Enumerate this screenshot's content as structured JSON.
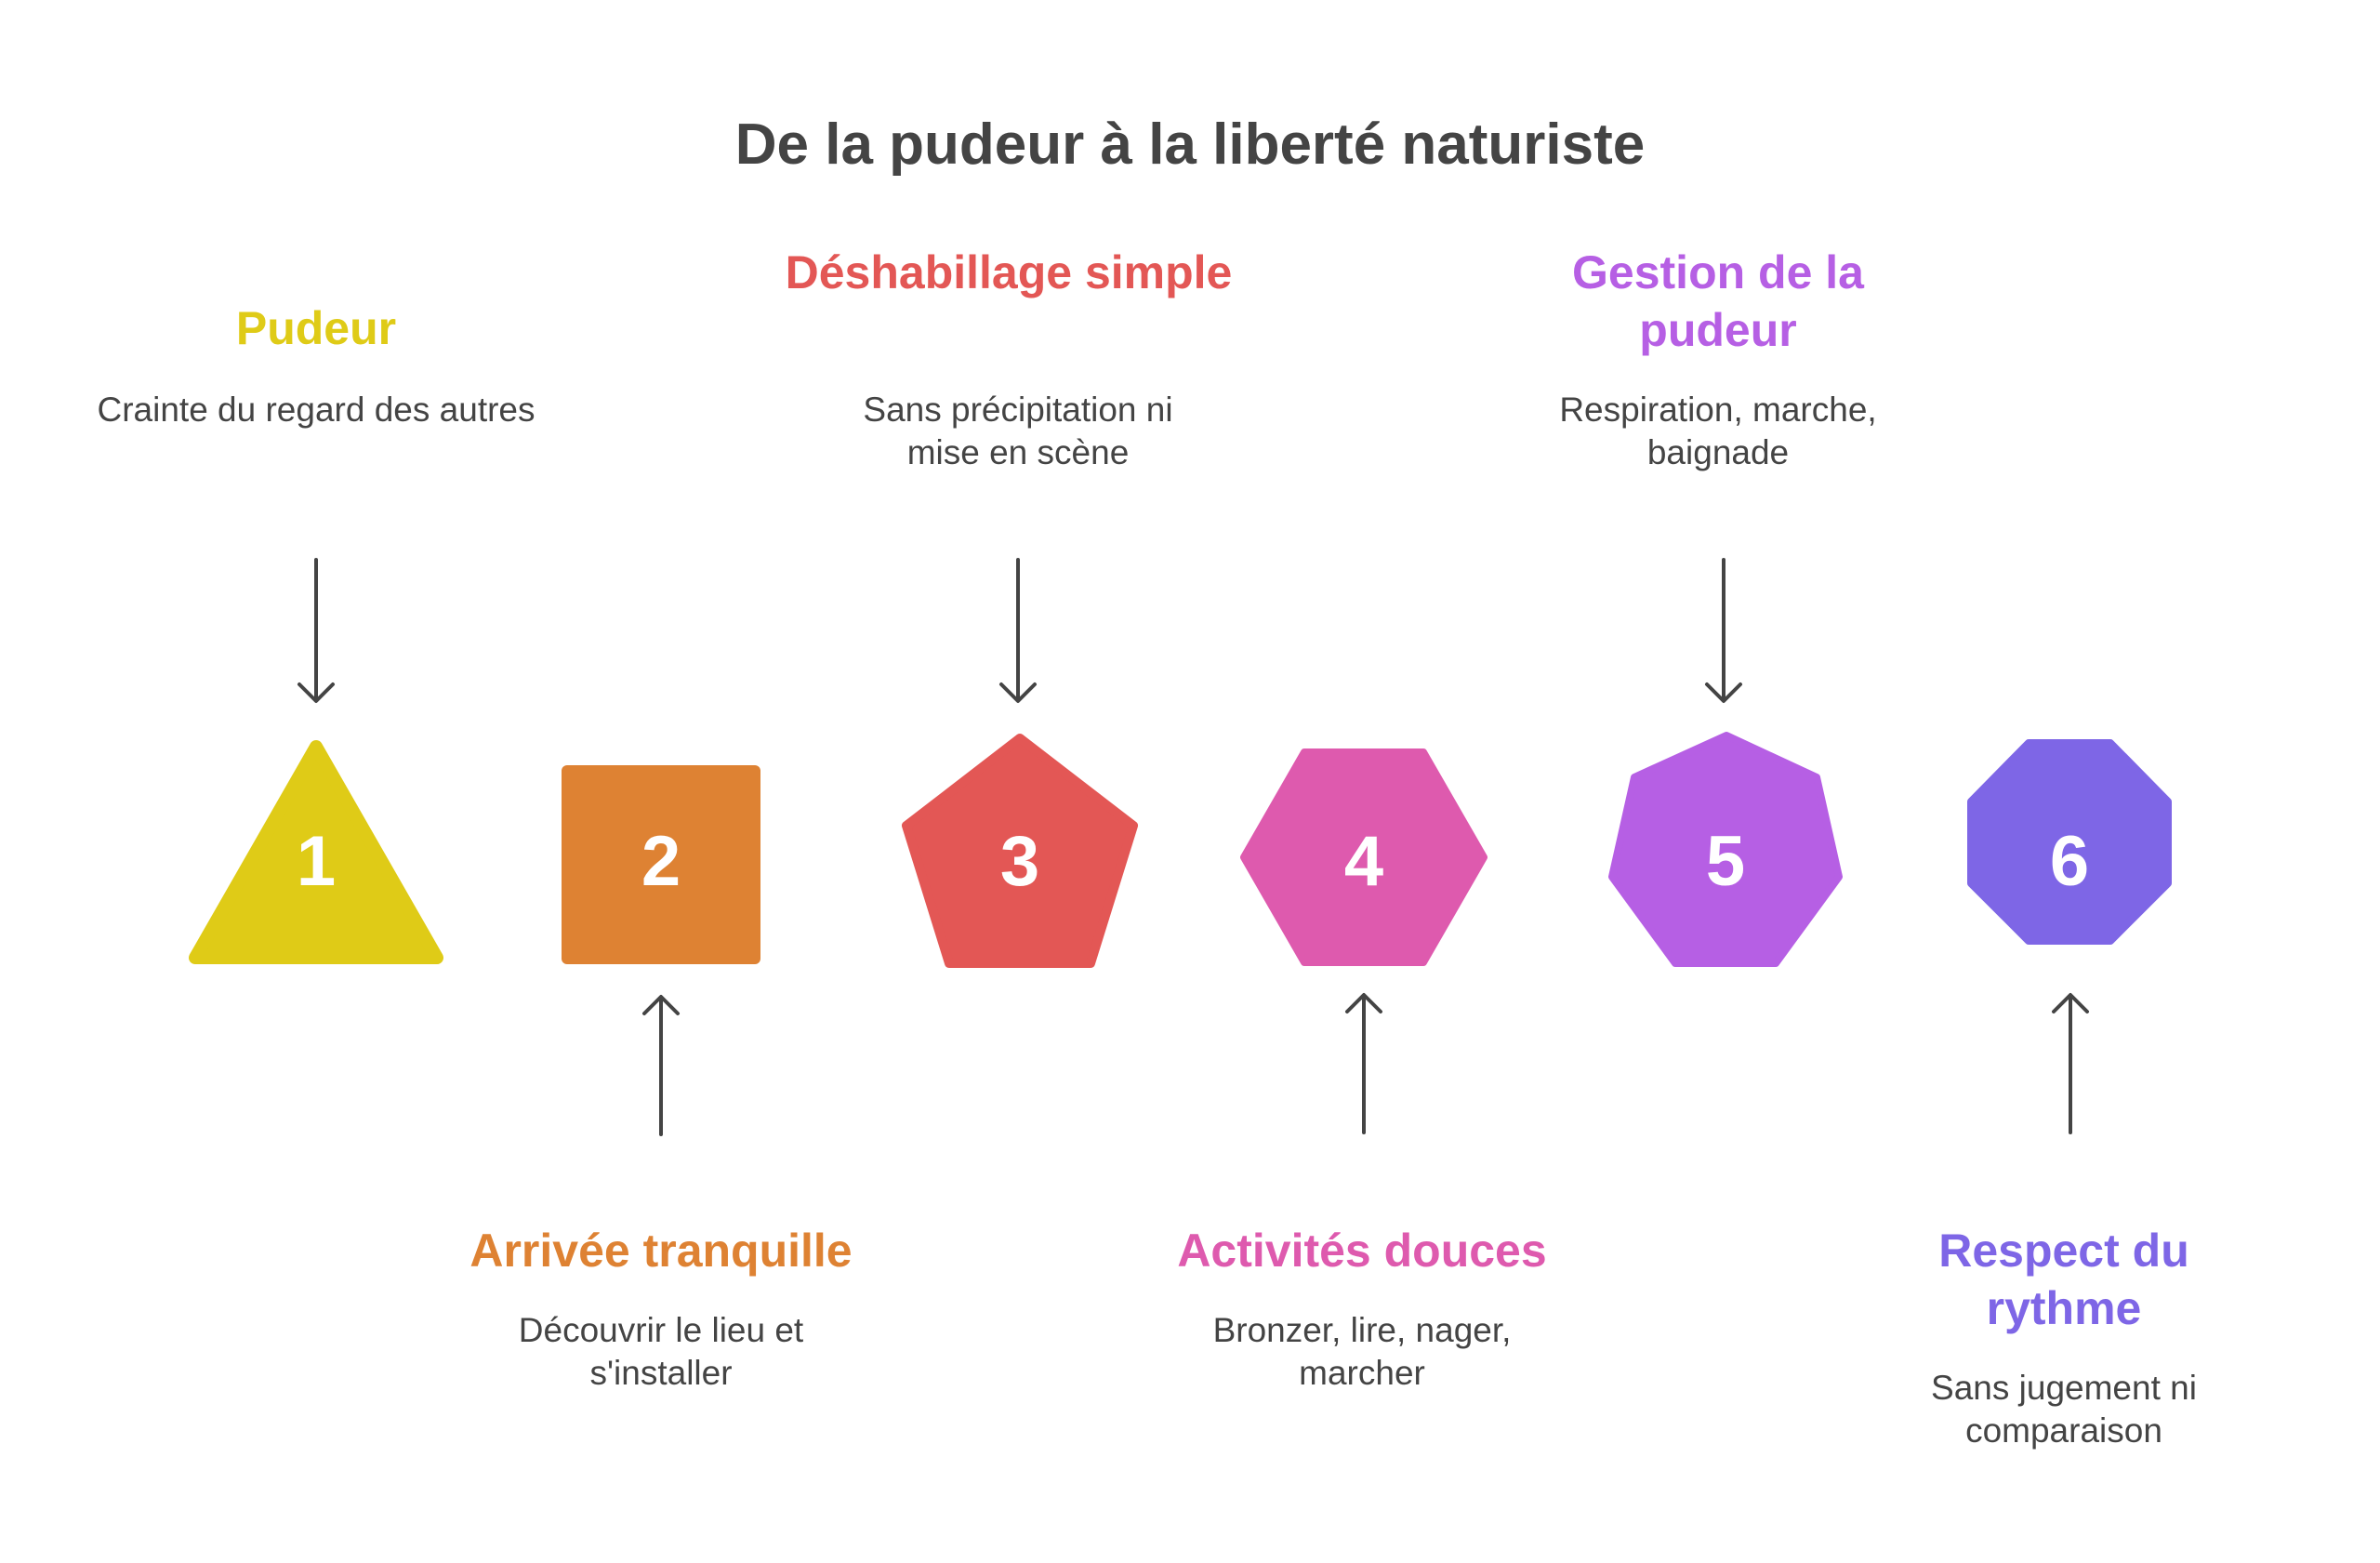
{
  "title": "De la pudeur à la liberté naturiste",
  "colors": {
    "text": "#444444",
    "arrow": "#444444",
    "step1": "#DFCB17",
    "step2": "#DE8233",
    "step3": "#E35755",
    "step4": "#DE5AAE",
    "step5": "#B65FE4",
    "step6": "#7E66E6"
  },
  "steps": [
    {
      "number": "1",
      "title": "Pudeur",
      "description": "Crainte du regard des autres",
      "shape": "triangle"
    },
    {
      "number": "2",
      "title": "Arrivée tranquille",
      "description": "Découvrir le lieu et s'installer",
      "shape": "square"
    },
    {
      "number": "3",
      "title": "Déshabillage simple",
      "description": "Sans précipitation ni mise en scène",
      "shape": "pentagon"
    },
    {
      "number": "4",
      "title": "Activités douces",
      "description": "Bronzer, lire, nager, marcher",
      "shape": "hexagon"
    },
    {
      "number": "5",
      "title": "Gestion de la pudeur",
      "description": "Respiration, marche, baignade",
      "shape": "heptagon"
    },
    {
      "number": "6",
      "title": "Respect du rythme",
      "description": "Sans jugement ni comparaison",
      "shape": "octagon"
    }
  ]
}
